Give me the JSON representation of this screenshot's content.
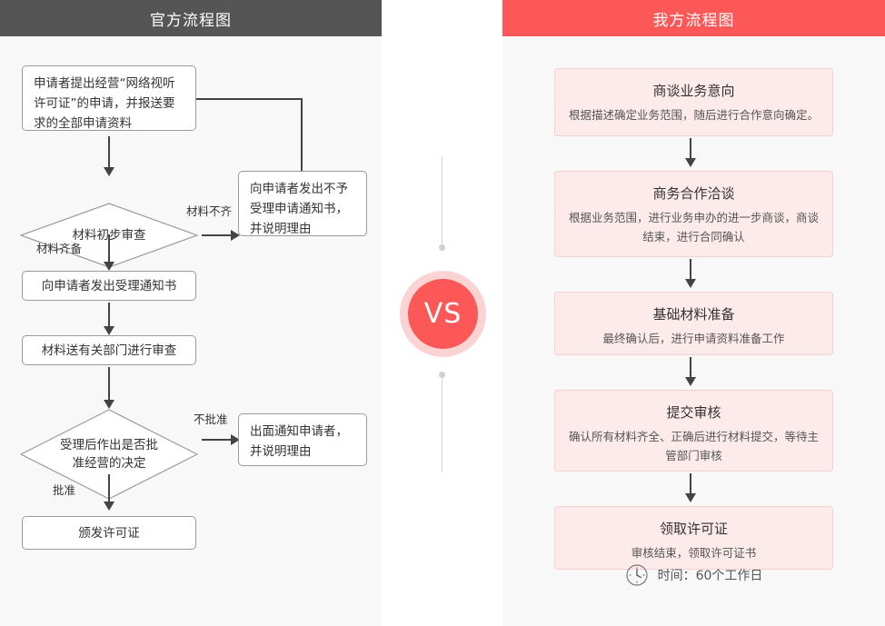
{
  "left_panel": {
    "header_title": "官方流程图",
    "header_color": "#555555",
    "nodes": {
      "apply": "申请者提出经营“网络视听许可证”的申请，并报送要求的全部申请资料",
      "review1": "材料初步审查",
      "reject_notice": "向申请者发出不予受理申请通知书，并说明理由",
      "accept_notice": "向申请者发出受理通知书",
      "send_departments": "材料送有关部门进行审查",
      "decision": "受理后作出是否批准经营的决定",
      "reject_decision": "出面通知申请者，并说明理由",
      "issue_license": "颁发许可证"
    },
    "edge_labels": {
      "incomplete": "材料不齐",
      "complete": "材料齐备",
      "not_approved": "不批准",
      "approved": "批准"
    }
  },
  "divider": {
    "vs_label": "VS",
    "badge_color": "#fd5858",
    "ring_color": "#fcd3d3"
  },
  "right_panel": {
    "header_title": "我方流程图",
    "header_color": "#fd5858",
    "card_bg": "#fdeaea",
    "card_border": "#f6cfd0",
    "steps": [
      {
        "title": "商谈业务意向",
        "desc": "根据描述确定业务范围，随后进行合作意向确定。"
      },
      {
        "title": "商务合作洽谈",
        "desc": "根据业务范围，进行业务申办的进一步商谈，商谈结束，进行合同确认"
      },
      {
        "title": "基础材料准备",
        "desc": "最终确认后，进行申请资料准备工作"
      },
      {
        "title": "提交审核",
        "desc": "确认所有材料齐全、正确后进行材料提交，等待主管部门审核"
      },
      {
        "title": "领取许可证",
        "desc": "审核结束，领取许可证书"
      }
    ],
    "footer": {
      "icon": "clock-icon",
      "text": "时间：60个工作日"
    }
  }
}
